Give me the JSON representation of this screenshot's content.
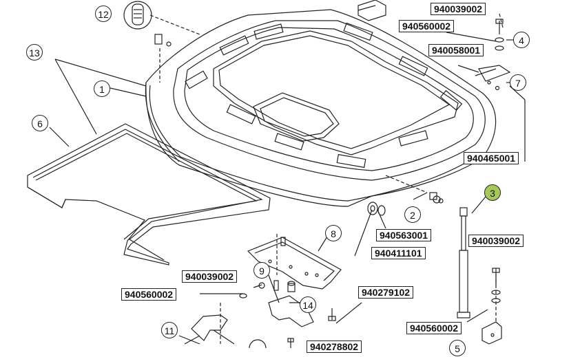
{
  "callouts": {
    "c1": "1",
    "c2": "2",
    "c3": "3",
    "c4": "4",
    "c6": "6",
    "c7": "7",
    "c8": "8",
    "c9": "9",
    "c11": "11",
    "c12": "12",
    "c13": "13",
    "c14": "14",
    "c5": "5"
  },
  "part_numbers": {
    "p1": "940039002",
    "p2": "940560002",
    "p3": "940058001",
    "p4": "940465001",
    "p5": "940563001",
    "p6": "940411101",
    "p7": "940039002",
    "p8": "940039002",
    "p9": "940560002",
    "p10": "940279102",
    "p11": "940560002",
    "p12": "940278802"
  },
  "colors": {
    "highlight": "#a6c85a",
    "line": "#222222"
  }
}
